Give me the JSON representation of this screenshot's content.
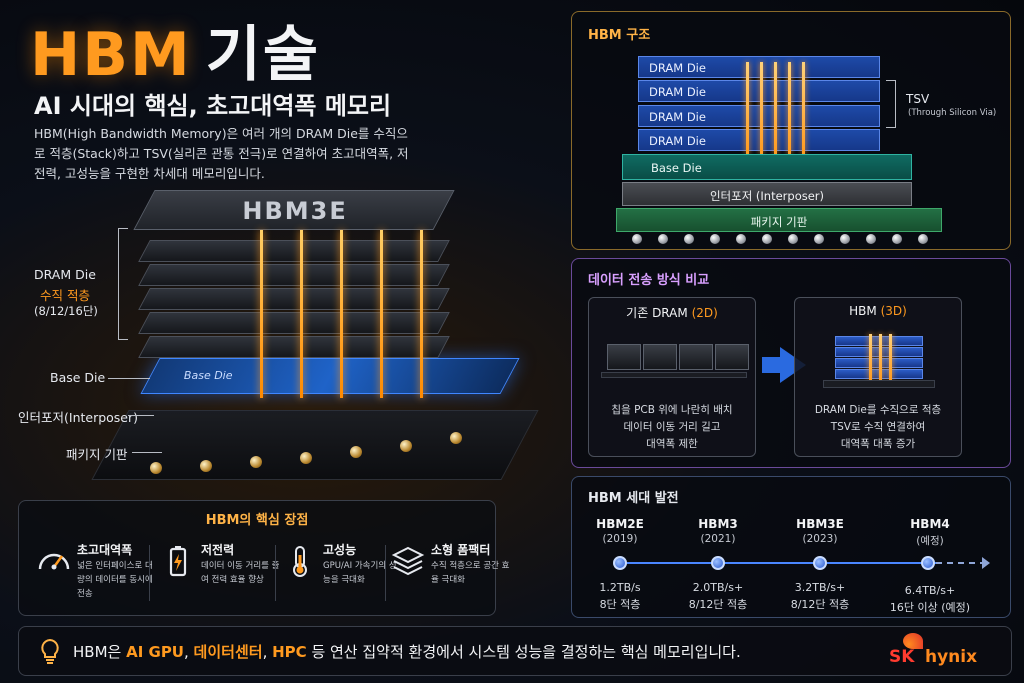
{
  "header": {
    "title_en": "HBM",
    "title_ko": "기술",
    "subtitle": "AI 시대의 핵심, 초고대역폭 메모리",
    "intro": "HBM(High Bandwidth Memory)은 여러 개의 DRAM Die를 수직으로 적층(Stack)하고 TSV(실리콘 관통 전극)로 연결하여 초고대역폭, 저전력, 고성능을 구현한 차세대 메모리입니다."
  },
  "illustration": {
    "chip_label": "HBM3E",
    "base_die_text": "Base Die",
    "labels": {
      "dram_die": "DRAM Die",
      "vertical_stack": "수직 적층",
      "stack_counts": "(8/12/16단)",
      "base_die": "Base Die",
      "interposer": "인터포저(Interposer)",
      "package": "패키지 기판"
    }
  },
  "advantages": {
    "title": "HBM의 핵심 장점",
    "items": [
      {
        "icon": "speedometer-icon",
        "title": "초고대역폭",
        "desc": "넓은 인터페이스로 대량의 데이터를 동시에 전송"
      },
      {
        "icon": "battery-icon",
        "title": "저전력",
        "desc": "데이터 이동 거리를 줄여 전력 효율 향상"
      },
      {
        "icon": "thermometer-icon",
        "title": "고성능",
        "desc": "GPU/AI 가속기의 성능을 극대화"
      },
      {
        "icon": "layers-icon",
        "title": "소형 폼팩터",
        "desc": "수직 적층으로 공간 효율 극대화"
      }
    ]
  },
  "structure": {
    "title": "HBM 구조",
    "dram_dies": [
      "DRAM Die",
      "DRAM Die",
      "DRAM Die",
      "DRAM Die"
    ],
    "base_die": "Base Die",
    "interposer": "인터포저 (Interposer)",
    "package": "패키지 기판",
    "tsv": "TSV",
    "tsv_full": "(Through Silicon Via)"
  },
  "comparison": {
    "title": "데이터 전송 방식 비교",
    "left": {
      "title": "기존 DRAM",
      "tag": "(2D)",
      "desc": [
        "칩을 PCB 위에 나란히 배치",
        "데이터 이동 거리 길고",
        "대역폭 제한"
      ]
    },
    "right": {
      "title": "HBM",
      "tag": "(3D)",
      "desc": [
        "DRAM Die를 수직으로 적층",
        "TSV로 수직 연결하여",
        "대역폭 대폭 증가"
      ]
    }
  },
  "generations": {
    "title": "HBM 세대 발전",
    "items": [
      {
        "name": "HBM2E",
        "year": "(2019)",
        "speed": "1.2TB/s",
        "stack": "8단 적층"
      },
      {
        "name": "HBM3",
        "year": "(2021)",
        "speed": "2.0TB/s+",
        "stack": "8/12단 적층"
      },
      {
        "name": "HBM3E",
        "year": "(2023)",
        "speed": "3.2TB/s+",
        "stack": "8/12단 적층"
      },
      {
        "name": "HBM4",
        "year": "(예정)",
        "speed": "6.4TB/s+",
        "stack": "16단 이상 (예정)"
      }
    ]
  },
  "footer": {
    "prefix": "HBM은 ",
    "hl1": "AI GPU",
    "sep1": ", ",
    "hl2": "데이터센터",
    "sep2": ", ",
    "hl3": "HPC",
    "suffix": " 등 연산 집약적 환경에서 시스템 성능을 결정하는 핵심 메모리입니다.",
    "logo_sk": "SK",
    "logo_hynix": "hynix"
  },
  "colors": {
    "accent": "#ff9a1f",
    "blue": "#1f63c8",
    "teal": "#0f6b62",
    "green": "#237045"
  }
}
